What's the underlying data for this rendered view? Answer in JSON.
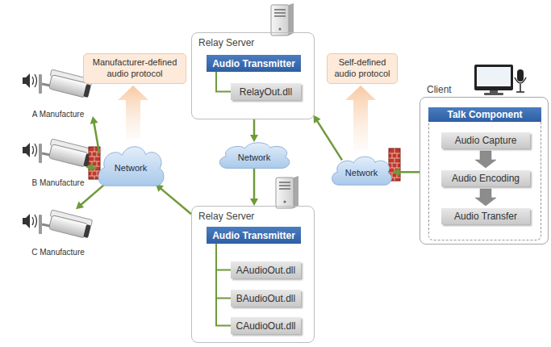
{
  "diagram": {
    "nodes": [
      {
        "text": [
          "Relay Server"
        ]
      },
      {
        "text": [
          "Audio Transmitter"
        ],
        "in": 0
      },
      {
        "text": [
          "RelayOut.dll"
        ],
        "in": 0
      },
      {
        "text": [
          "Manufacturer-defined audio protocol"
        ]
      },
      {
        "text": [
          "Self-defined audio protocol"
        ]
      },
      {
        "text": [
          "A Manufacture"
        ]
      },
      {
        "text": [
          "Client"
        ]
      },
      {
        "text": [
          "Talk Component"
        ],
        "in": 6
      },
      {
        "text": [
          "Audio Capture"
        ],
        "in": 7
      },
      {
        "text": [
          "Audio Encoding"
        ],
        "in": 7
      },
      {
        "text": [
          "Audio Transfer"
        ],
        "in": 7
      },
      {
        "text": [
          "B Manufacture"
        ]
      },
      {
        "text": [
          "Network"
        ]
      },
      {
        "text": [
          "Network"
        ]
      },
      {
        "text": [
          "Network"
        ]
      },
      {
        "text": [
          "C Manufacture"
        ]
      },
      {
        "text": [
          "Relay Server"
        ]
      },
      {
        "text": [
          "Audio Transmitter"
        ],
        "in": 16
      },
      {
        "text": [
          "AAudioOut.dll"
        ],
        "in": 16
      },
      {
        "text": [
          "BAudioOut.dll"
        ],
        "in": 16
      },
      {
        "text": [
          "CAudioOut.dll"
        ],
        "in": 16
      }
    ],
    "edges": [
      {
        "from": 1,
        "to": 2,
        "arrow": "none"
      },
      {
        "from": 8,
        "to": 9,
        "arrow": "to"
      },
      {
        "from": 9,
        "to": 10,
        "arrow": "to"
      },
      {
        "from": 6,
        "to": 14,
        "arrow": "to"
      },
      {
        "from": 14,
        "to": 0,
        "arrow": "to"
      },
      {
        "from": 0,
        "to": 13,
        "arrow": "to"
      },
      {
        "from": 13,
        "to": 16,
        "arrow": "to"
      },
      {
        "from": 16,
        "to": 12,
        "arrow": "to"
      },
      {
        "from": 12,
        "to": 5,
        "arrow": "to"
      },
      {
        "from": 12,
        "to": 11,
        "arrow": "to"
      },
      {
        "from": 12,
        "to": 15,
        "arrow": "to"
      },
      {
        "from": 17,
        "to": 18,
        "arrow": "none"
      },
      {
        "from": 17,
        "to": 19,
        "arrow": "none"
      },
      {
        "from": 17,
        "to": 20,
        "arrow": "none"
      }
    ]
  }
}
